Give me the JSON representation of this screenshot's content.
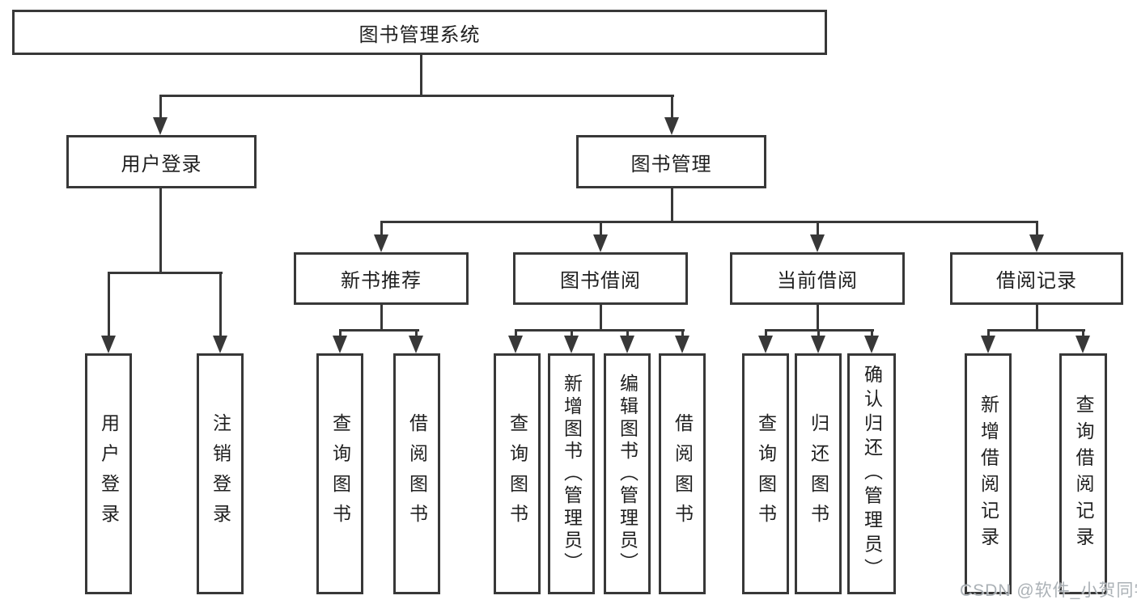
{
  "diagram": {
    "title": "图书管理系统",
    "nodes": {
      "root": {
        "label": "图书管理系统",
        "level": 1
      },
      "userLogin": {
        "label": "用户登录",
        "level": 2
      },
      "bookMgmt": {
        "label": "图书管理",
        "level": 2
      },
      "newBookRec": {
        "label": "新书推荐",
        "level": 3
      },
      "bookBorrow": {
        "label": "图书借阅",
        "level": 3
      },
      "currentBorrow": {
        "label": "当前借阅",
        "level": 3
      },
      "borrowRecord": {
        "label": "借阅记录",
        "level": 3
      },
      "leafUserLogin": {
        "label": "用户登录",
        "level": 4
      },
      "leafLogout": {
        "label": "注销登录",
        "level": 4
      },
      "leafQueryBooks1": {
        "label": "查询图书",
        "level": 4
      },
      "leafBorrowBooks1": {
        "label": "借阅图书",
        "level": 4
      },
      "leafQueryBooks2": {
        "label": "查询图书",
        "level": 4
      },
      "leafAddBooks": {
        "label": "新增图书（管理员）",
        "level": 4
      },
      "leafEditBooks": {
        "label": "编辑图书（管理员）",
        "level": 4
      },
      "leafBorrowBooks2": {
        "label": "借阅图书",
        "level": 4
      },
      "leafQueryBooks3": {
        "label": "查询图书",
        "level": 4
      },
      "leafReturnBooks": {
        "label": "归还图书",
        "level": 4
      },
      "leafConfirmReturn": {
        "label": "确认归还（管理员）",
        "level": 4
      },
      "leafAddRecord": {
        "label": "新增借阅记录",
        "level": 4
      },
      "leafQueryRecord": {
        "label": "查询借阅记录",
        "level": 4
      }
    },
    "edges": [
      {
        "from": "root",
        "to": [
          "userLogin",
          "bookMgmt"
        ]
      },
      {
        "from": "userLogin",
        "to": [
          "leafUserLogin",
          "leafLogout"
        ]
      },
      {
        "from": "bookMgmt",
        "to": [
          "newBookRec",
          "bookBorrow",
          "currentBorrow",
          "borrowRecord"
        ]
      },
      {
        "from": "newBookRec",
        "to": [
          "leafQueryBooks1",
          "leafBorrowBooks1"
        ]
      },
      {
        "from": "bookBorrow",
        "to": [
          "leafQueryBooks2",
          "leafAddBooks",
          "leafEditBooks",
          "leafBorrowBooks2"
        ]
      },
      {
        "from": "currentBorrow",
        "to": [
          "leafQueryBooks3",
          "leafReturnBooks",
          "leafConfirmReturn"
        ]
      },
      {
        "from": "borrowRecord",
        "to": [
          "leafAddRecord",
          "leafQueryRecord"
        ]
      }
    ]
  },
  "watermark": {
    "text": "CSDN @软件_小贺同学"
  },
  "colors": {
    "line": "#383838",
    "text": "#1f1f1f",
    "background": "#ffffff",
    "watermark": "#a4aab0"
  }
}
